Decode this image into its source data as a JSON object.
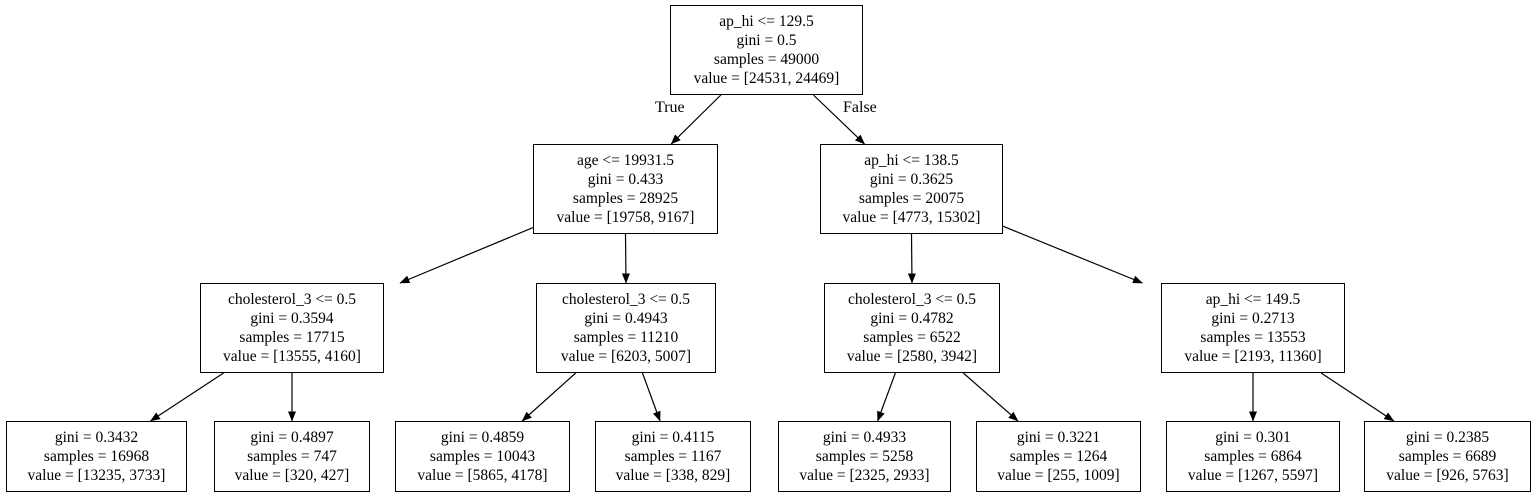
{
  "tree": {
    "nodes": {
      "root": {
        "lines": [
          "ap_hi <= 129.5",
          "gini = 0.5",
          "samples = 49000",
          "value = [24531, 24469]"
        ]
      },
      "l": {
        "lines": [
          "age <= 19931.5",
          "gini = 0.433",
          "samples = 28925",
          "value = [19758, 9167]"
        ]
      },
      "r": {
        "lines": [
          "ap_hi <= 138.5",
          "gini = 0.3625",
          "samples = 20075",
          "value = [4773, 15302]"
        ]
      },
      "ll": {
        "lines": [
          "cholesterol_3 <= 0.5",
          "gini = 0.3594",
          "samples = 17715",
          "value = [13555, 4160]"
        ]
      },
      "lr": {
        "lines": [
          "cholesterol_3 <= 0.5",
          "gini = 0.4943",
          "samples = 11210",
          "value = [6203, 5007]"
        ]
      },
      "rl": {
        "lines": [
          "cholesterol_3 <= 0.5",
          "gini = 0.4782",
          "samples = 6522",
          "value = [2580, 3942]"
        ]
      },
      "rr": {
        "lines": [
          "ap_hi <= 149.5",
          "gini = 0.2713",
          "samples = 13553",
          "value = [2193, 11360]"
        ]
      },
      "lll": {
        "lines": [
          "gini = 0.3432",
          "samples = 16968",
          "value = [13235, 3733]"
        ]
      },
      "llr": {
        "lines": [
          "gini = 0.4897",
          "samples = 747",
          "value = [320, 427]"
        ]
      },
      "lrl": {
        "lines": [
          "gini = 0.4859",
          "samples = 10043",
          "value = [5865, 4178]"
        ]
      },
      "lrr": {
        "lines": [
          "gini = 0.4115",
          "samples = 1167",
          "value = [338, 829]"
        ]
      },
      "rll": {
        "lines": [
          "gini = 0.4933",
          "samples = 5258",
          "value = [2325, 2933]"
        ]
      },
      "rlr": {
        "lines": [
          "gini = 0.3221",
          "samples = 1264",
          "value = [255, 1009]"
        ]
      },
      "rrl": {
        "lines": [
          "gini = 0.301",
          "samples = 6864",
          "value = [1267, 5597]"
        ]
      },
      "rrr": {
        "lines": [
          "gini = 0.2385",
          "samples = 6689",
          "value = [926, 5763]"
        ]
      }
    },
    "edges": [
      {
        "from": "root",
        "to": "l",
        "label": "True"
      },
      {
        "from": "root",
        "to": "r",
        "label": "False"
      },
      {
        "from": "l",
        "to": "ll"
      },
      {
        "from": "l",
        "to": "lr"
      },
      {
        "from": "r",
        "to": "rl"
      },
      {
        "from": "r",
        "to": "rr"
      },
      {
        "from": "ll",
        "to": "lll"
      },
      {
        "from": "ll",
        "to": "llr"
      },
      {
        "from": "lr",
        "to": "lrl"
      },
      {
        "from": "lr",
        "to": "lrr"
      },
      {
        "from": "rl",
        "to": "rll"
      },
      {
        "from": "rl",
        "to": "rlr"
      },
      {
        "from": "rr",
        "to": "rrl"
      },
      {
        "from": "rr",
        "to": "rrr"
      }
    ]
  }
}
